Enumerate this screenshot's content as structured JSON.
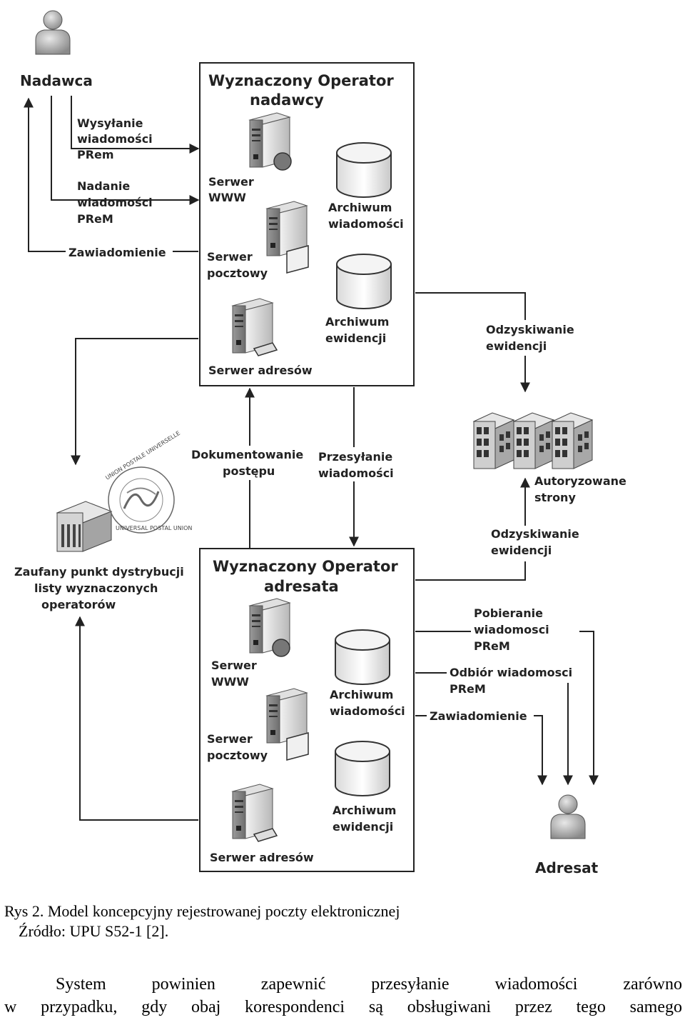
{
  "diagram": {
    "nadawca": "Nadawca",
    "adresat": "Adresat",
    "operator_nadawcy": [
      "Wyznaczony Operator",
      "nadawcy"
    ],
    "operator_adresata": [
      "Wyznaczony Operator",
      "adresata"
    ],
    "serwer_www": [
      "Serwer",
      "WWW"
    ],
    "serwer_pocztowy": [
      "Serwer",
      "pocztowy"
    ],
    "serwer_adresow": "Serwer adresów",
    "archiwum_wiadomosci": [
      "Archiwum",
      "wiadomości"
    ],
    "archiwum_ewidencji": [
      "Archiwum",
      "ewidencji"
    ],
    "wysylanie": [
      "Wysyłanie",
      "wiadomości",
      "PRem"
    ],
    "nadanie": [
      "Nadanie",
      "wiadomości",
      "PReM"
    ],
    "zawiadomienie": "Zawiadomienie",
    "odzyskiwanie_ewidencji": [
      "Odzyskiwanie",
      "ewidencji"
    ],
    "autoryzowane_strony": [
      "Autoryzowane",
      "strony"
    ],
    "dokumentowanie": [
      "Dokumentowanie",
      "postępu"
    ],
    "przesylanie": [
      "Przesyłanie",
      "wiadomości"
    ],
    "zaufany_punkt": [
      "Zaufany punkt dystrybucji",
      "listy wyznaczonych",
      "operatorów"
    ],
    "upu_seal_top": "UNION POSTALE UNIVERSELLE",
    "upu_seal_bottom": "UNIVERSAL POSTAL UNION",
    "pobieranie": [
      "Pobieranie",
      "wiadomosci",
      "PReM"
    ],
    "odbior": [
      "Odbiór wiadomosci",
      "PReM"
    ]
  },
  "caption": {
    "line1": "Rys 2. Model koncepcyjny rejestrowanej poczty elektronicznej",
    "line2": "Źródło: UPU S52-1 [2]."
  },
  "body": {
    "line1": "System powinien zapewnić przesyłanie wiadomości zarówno",
    "line2": "w przypadku, gdy obaj korespondenci są obsługiwani przez tego samego"
  }
}
